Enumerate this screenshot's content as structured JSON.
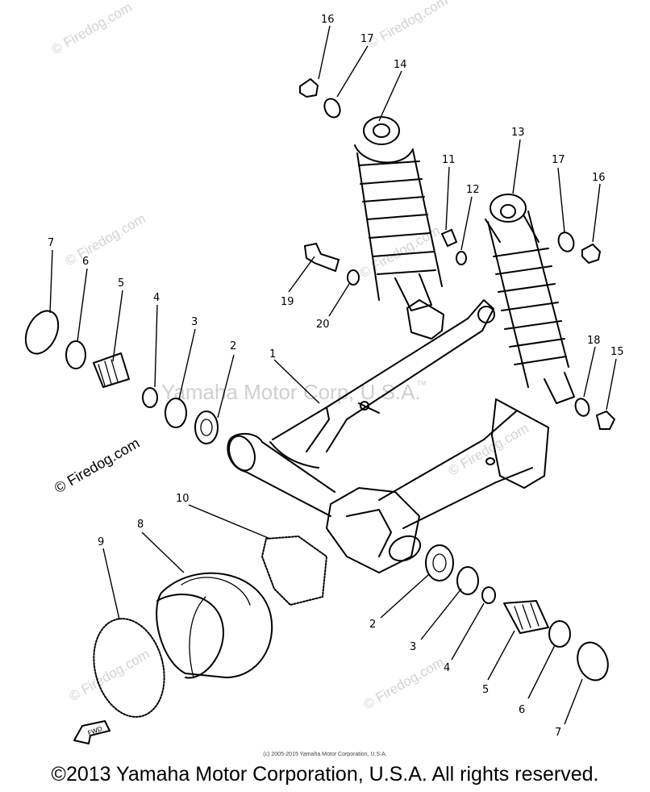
{
  "watermarks": {
    "site": "© Firedog.com",
    "center": "Yamaha Motor Corp, U.S.A.",
    "tm": "TM"
  },
  "fwd_label": "FWD",
  "callouts": {
    "n1": "1",
    "n2a": "2",
    "n2b": "2",
    "n3a": "3",
    "n3b": "3",
    "n4a": "4",
    "n4b": "4",
    "n5a": "5",
    "n5b": "5",
    "n6a": "6",
    "n6b": "6",
    "n7a": "7",
    "n7b": "7",
    "n8": "8",
    "n9": "9",
    "n10": "10",
    "n11": "11",
    "n12": "12",
    "n13": "13",
    "n14": "14",
    "n15": "15",
    "n16a": "16",
    "n16b": "16",
    "n17a": "17",
    "n17b": "17",
    "n18": "18",
    "n19": "19",
    "n20": "20"
  },
  "footer_small": "(c) 2005-2015 Yamaha Motor Corporation, U.S.A.",
  "footer": "©2013 Yamaha Motor Corporation, U.S.A. All rights reserved."
}
